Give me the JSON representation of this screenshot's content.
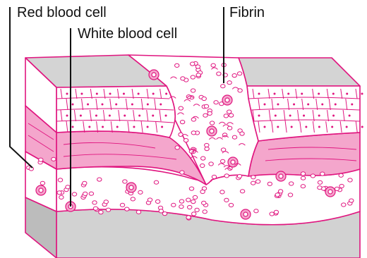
{
  "labels": {
    "red_blood_cell": "Red blood cell",
    "white_blood_cell": "White blood cell",
    "fibrin": "Fibrin"
  },
  "colors": {
    "outline": "#e0157f",
    "dermis": "#f4a6cc",
    "top_surface": "#d4d4d4",
    "side_face": "#bcbcbc",
    "bottom_grey": "#d2d2d2",
    "leader": "#111111"
  }
}
